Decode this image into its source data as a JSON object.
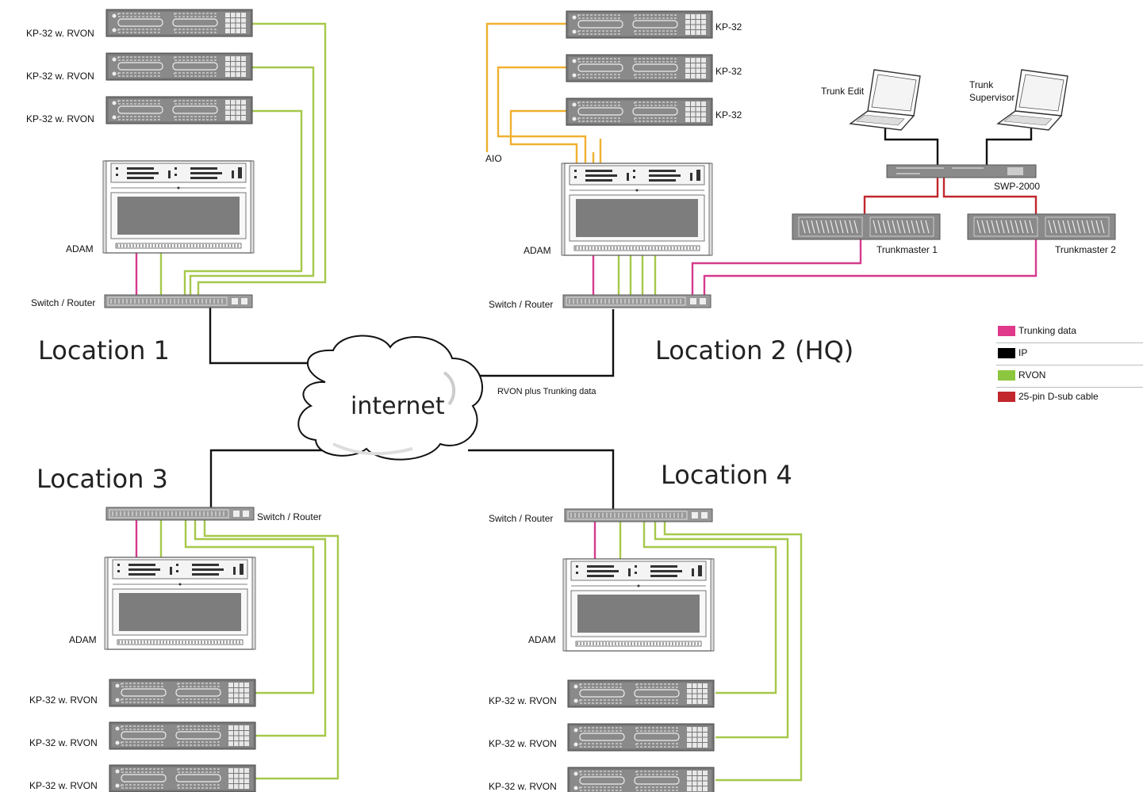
{
  "locations": {
    "l1": "Location 1",
    "l2": "Location 2 (HQ)",
    "l3": "Location 3",
    "l4": "Location 4"
  },
  "cloud": {
    "label": "internet",
    "link_label": "RVON plus Trunking data"
  },
  "labels": {
    "kp_rvon": "KP-32 w. RVON",
    "kp": "KP-32",
    "adam": "ADAM",
    "switch": "Switch / Router",
    "aio": "AIO",
    "trunk_edit": "Trunk Edit",
    "trunk_supervisor_1": "Trunk",
    "trunk_supervisor_2": "Supervisor",
    "swp": "SWP-2000",
    "trunkmaster1": "Trunkmaster 1",
    "trunkmaster2": "Trunkmaster 2"
  },
  "legend": [
    {
      "label": "Trunking data",
      "color": "#e0388a"
    },
    {
      "label": "IP",
      "color": "#000000"
    },
    {
      "label": "RVON",
      "color": "#8cc63f"
    },
    {
      "label": "25-pin D-sub cable",
      "color": "#c1272d"
    }
  ],
  "colors": {
    "trunking": "#d63a8e",
    "ip": "#111111",
    "rvon": "#a6c84a",
    "dsub": "#c1272d",
    "aio": "#f0b030",
    "device": "#777777"
  }
}
